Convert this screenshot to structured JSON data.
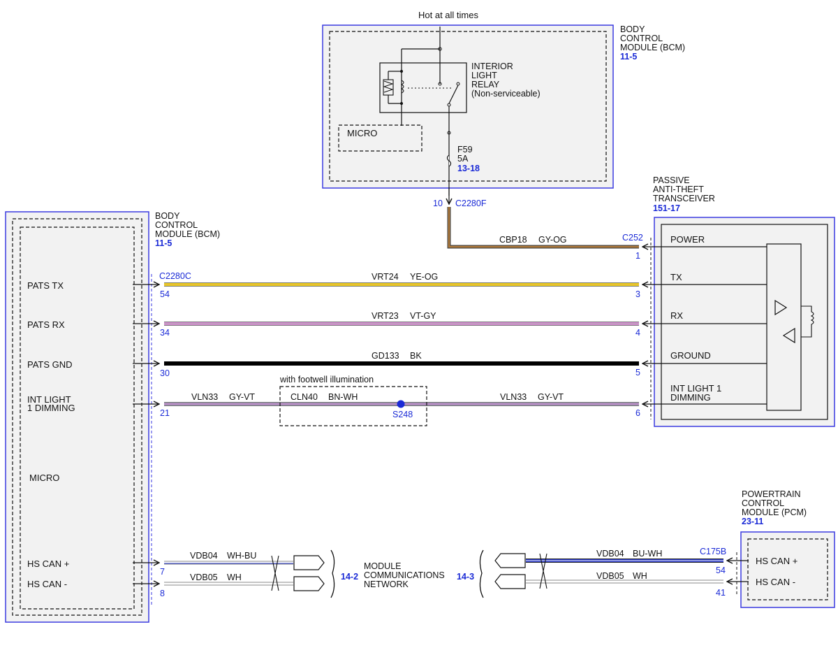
{
  "top": {
    "hot_label": "Hot at all times",
    "bcm_title": [
      "BODY",
      "CONTROL",
      "MODULE (BCM)"
    ],
    "bcm_ref": "11-5",
    "relay_label": [
      "INTERIOR",
      "LIGHT",
      "RELAY",
      "(Non-serviceable)"
    ],
    "micro": "MICRO",
    "fuse_label": [
      "F59",
      "5A"
    ],
    "fuse_ref": "13-18",
    "conn_pin": "10",
    "conn_name": "C2280F"
  },
  "left_bcm": {
    "title": [
      "BODY",
      "CONTROL",
      "MODULE (BCM)"
    ],
    "ref": "11-5",
    "connector": "C2280C",
    "pins": [
      {
        "label": "PATS TX",
        "pin": "54"
      },
      {
        "label": "PATS RX",
        "pin": "34"
      },
      {
        "label": "PATS GND",
        "pin": "30"
      },
      {
        "label": [
          "INT LIGHT",
          "1 DIMMING"
        ],
        "pin": "21"
      },
      {
        "label": "HS CAN +",
        "pin": "7"
      },
      {
        "label": "HS CAN -",
        "pin": "8"
      }
    ],
    "micro": "MICRO"
  },
  "pats": {
    "title": [
      "PASSIVE",
      "ANTI-THEFT",
      "TRANSCEIVER"
    ],
    "ref": "151-17",
    "connector": "C252",
    "pins": [
      {
        "label": "POWER",
        "pin": "1"
      },
      {
        "label": "TX",
        "pin": "3"
      },
      {
        "label": "RX",
        "pin": "4"
      },
      {
        "label": "GROUND",
        "pin": "5"
      },
      {
        "label": [
          "INT LIGHT 1",
          "DIMMING"
        ],
        "pin": "6"
      }
    ]
  },
  "wires": [
    {
      "circuit": "CBP18",
      "color": "GY-OG"
    },
    {
      "circuit": "VRT24",
      "color": "YE-OG"
    },
    {
      "circuit": "VRT23",
      "color": "VT-GY"
    },
    {
      "circuit": "GD133",
      "color": "BK"
    },
    {
      "circuit": "VLN33",
      "color": "GY-VT"
    },
    {
      "circuit": "CLN40",
      "color": "BN-WH"
    },
    {
      "circuit": "VLN33",
      "color": "GY-VT"
    }
  ],
  "splice": {
    "name": "S248",
    "option": "with footwell illumination"
  },
  "network": {
    "left_ref": "14-2",
    "right_ref": "14-3",
    "label": [
      "MODULE",
      "COMMUNICATIONS",
      "NETWORK"
    ],
    "left_wires": [
      {
        "circuit": "VDB04",
        "color": "WH-BU"
      },
      {
        "circuit": "VDB05",
        "color": "WH"
      }
    ],
    "right_wires": [
      {
        "circuit": "VDB04",
        "color": "BU-WH"
      },
      {
        "circuit": "VDB05",
        "color": "WH"
      }
    ]
  },
  "pcm": {
    "title": [
      "POWERTRAIN",
      "CONTROL",
      "MODULE (PCM)"
    ],
    "ref": "23-11",
    "connector": "C175B",
    "pins": [
      {
        "label": "HS CAN +",
        "pin": "54"
      },
      {
        "label": "HS CAN -",
        "pin": "41"
      }
    ]
  },
  "colors": {
    "module_border": "#3a3ae0",
    "ref_text": "#1a2ad6",
    "wire_gy_og": "#b07a3a",
    "wire_ye_og": "#e8d21c",
    "wire_vt_gy": "#d98ad6",
    "wire_bk": "#000000",
    "wire_gy_vt": "#9a8fb0",
    "wire_bu_wh": "#2636c8"
  }
}
